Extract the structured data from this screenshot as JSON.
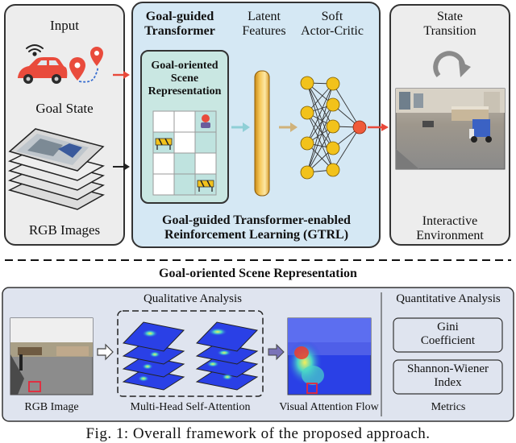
{
  "top": {
    "input_title": "Input",
    "goal_state": "Goal State",
    "rgb_images": "RGB Images",
    "gt_title_line1": "Goal-guided",
    "gt_title_line2": "Transformer",
    "latent_line1": "Latent",
    "latent_line2": "Features",
    "sac_line1": "Soft",
    "sac_line2": "Actor-Critic",
    "gosr_line1": "Goal-oriented",
    "gosr_line2": "Scene",
    "gosr_line3": "Representation",
    "gtrl_line1": "Goal-guided Transformer-enabled",
    "gtrl_line2": "Reinforcement Learning (GTRL)",
    "state_transition_line1": "State",
    "state_transition_line2": "Transition",
    "env_line1": "Interactive",
    "env_line2": "Environment"
  },
  "bottom": {
    "section_title": "Goal-oriented Scene Representation",
    "qualitative": "Qualitative Analysis",
    "quantitative": "Quantitative Analysis",
    "rgb_image": "RGB Image",
    "mhsa": "Multi-Head Self-Attention",
    "vaf": "Visual Attention Flow",
    "metrics": "Metrics",
    "gini_line1": "Gini",
    "gini_line2": "Coefficient",
    "sw_line1": "Shannon-Wiener",
    "sw_line2": "Index"
  },
  "caption": "Fig. 1: Overall framework of the proposed approach.",
  "colors": {
    "panel_grey": "#ededed",
    "panel_blue": "#d5e8f4",
    "grid_teal": "#bfe3df",
    "neuron": "#f2c21b",
    "output_neuron": "#ef5a3a",
    "arrow_red": "#e8493a",
    "arrow_teal": "#8fcfd6",
    "arrow_purple": "#7a73b8",
    "metric_box": "#dfe4ef"
  }
}
